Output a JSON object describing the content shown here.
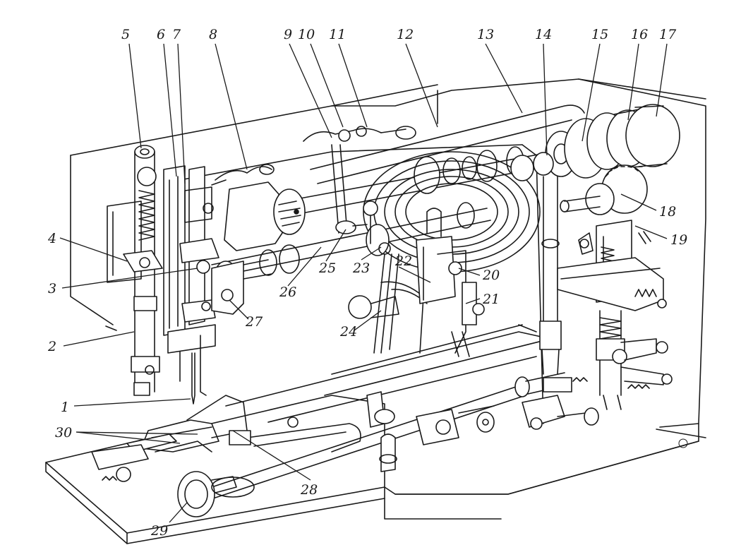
{
  "callouts": [
    {
      "id": "1",
      "label": "1"
    },
    {
      "id": "2",
      "label": "2"
    },
    {
      "id": "3",
      "label": "3"
    },
    {
      "id": "4",
      "label": "4"
    },
    {
      "id": "5",
      "label": "5"
    },
    {
      "id": "6",
      "label": "6"
    },
    {
      "id": "7",
      "label": "7"
    },
    {
      "id": "8",
      "label": "8"
    },
    {
      "id": "9",
      "label": "9"
    },
    {
      "id": "10",
      "label": "10"
    },
    {
      "id": "11",
      "label": "11"
    },
    {
      "id": "12",
      "label": "12"
    },
    {
      "id": "13",
      "label": "13"
    },
    {
      "id": "14",
      "label": "14"
    },
    {
      "id": "15",
      "label": "15"
    },
    {
      "id": "16",
      "label": "16"
    },
    {
      "id": "17",
      "label": "17"
    },
    {
      "id": "18",
      "label": "18"
    },
    {
      "id": "19",
      "label": "19"
    },
    {
      "id": "20",
      "label": "20"
    },
    {
      "id": "21",
      "label": "21"
    },
    {
      "id": "22",
      "label": "22"
    },
    {
      "id": "23",
      "label": "23"
    },
    {
      "id": "24",
      "label": "24"
    },
    {
      "id": "25",
      "label": "25"
    },
    {
      "id": "26",
      "label": "26"
    },
    {
      "id": "27",
      "label": "27"
    },
    {
      "id": "28",
      "label": "28"
    },
    {
      "id": "29",
      "label": "29"
    },
    {
      "id": "30",
      "label": "30"
    }
  ]
}
